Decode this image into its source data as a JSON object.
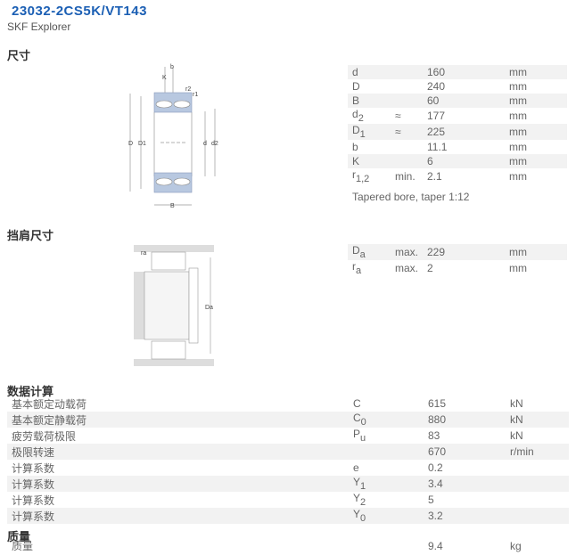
{
  "header": {
    "title": "23032-2CS5K/VT143",
    "subtitle": "SKF Explorer"
  },
  "dimensions": {
    "heading": "尺寸",
    "rows": [
      {
        "sym": "d",
        "sub": "",
        "approx": "",
        "value": "160",
        "unit": "mm"
      },
      {
        "sym": "D",
        "sub": "",
        "approx": "",
        "value": "240",
        "unit": "mm"
      },
      {
        "sym": "B",
        "sub": "",
        "approx": "",
        "value": "60",
        "unit": "mm"
      },
      {
        "sym": "d",
        "sub": "2",
        "approx": "≈",
        "value": "177",
        "unit": "mm"
      },
      {
        "sym": "D",
        "sub": "1",
        "approx": "≈",
        "value": "225",
        "unit": "mm"
      },
      {
        "sym": "b",
        "sub": "",
        "approx": "",
        "value": "11.1",
        "unit": "mm"
      },
      {
        "sym": "K",
        "sub": "",
        "approx": "",
        "value": "6",
        "unit": "mm"
      },
      {
        "sym": "r",
        "sub": "1,2",
        "approx": "min.",
        "value": "2.1",
        "unit": "mm"
      }
    ],
    "note": "Tapered bore, taper 1:12",
    "drawing_labels": {
      "b": "b",
      "K": "K",
      "r2": "r2",
      "r1": "r1",
      "D": "D",
      "D1": "D1",
      "d": "d",
      "d2": "d2",
      "B": "B"
    }
  },
  "abutment": {
    "heading": "挡肩尺寸",
    "rows": [
      {
        "sym": "D",
        "sub": "a",
        "approx": "max.",
        "value": "229",
        "unit": "mm"
      },
      {
        "sym": "r",
        "sub": "a",
        "approx": "max.",
        "value": "2",
        "unit": "mm"
      }
    ],
    "drawing_labels": {
      "ra": "ra",
      "Da": "Da"
    }
  },
  "calc": {
    "heading": "数据计算",
    "rows": [
      {
        "label": "基本额定动载荷",
        "sym": "C",
        "sub": "",
        "value": "615",
        "unit": "kN"
      },
      {
        "label": "基本额定静载荷",
        "sym": "C",
        "sub": "0",
        "value": "880",
        "unit": "kN"
      },
      {
        "label": "疲劳载荷极限",
        "sym": "P",
        "sub": "u",
        "value": "83",
        "unit": "kN"
      },
      {
        "label": "极限转速",
        "sym": "",
        "sub": "",
        "value": "670",
        "unit": "r/min"
      },
      {
        "label": "计算系数",
        "sym": "e",
        "sub": "",
        "value": "0.2",
        "unit": ""
      },
      {
        "label": "计算系数",
        "sym": "Y",
        "sub": "1",
        "value": "3.4",
        "unit": ""
      },
      {
        "label": "计算系数",
        "sym": "Y",
        "sub": "2",
        "value": "5",
        "unit": ""
      },
      {
        "label": "计算系数",
        "sym": "Y",
        "sub": "0",
        "value": "3.2",
        "unit": ""
      }
    ]
  },
  "mass": {
    "heading": "质量",
    "rows": [
      {
        "label": "质量",
        "value": "9.4",
        "unit": "kg"
      }
    ]
  }
}
